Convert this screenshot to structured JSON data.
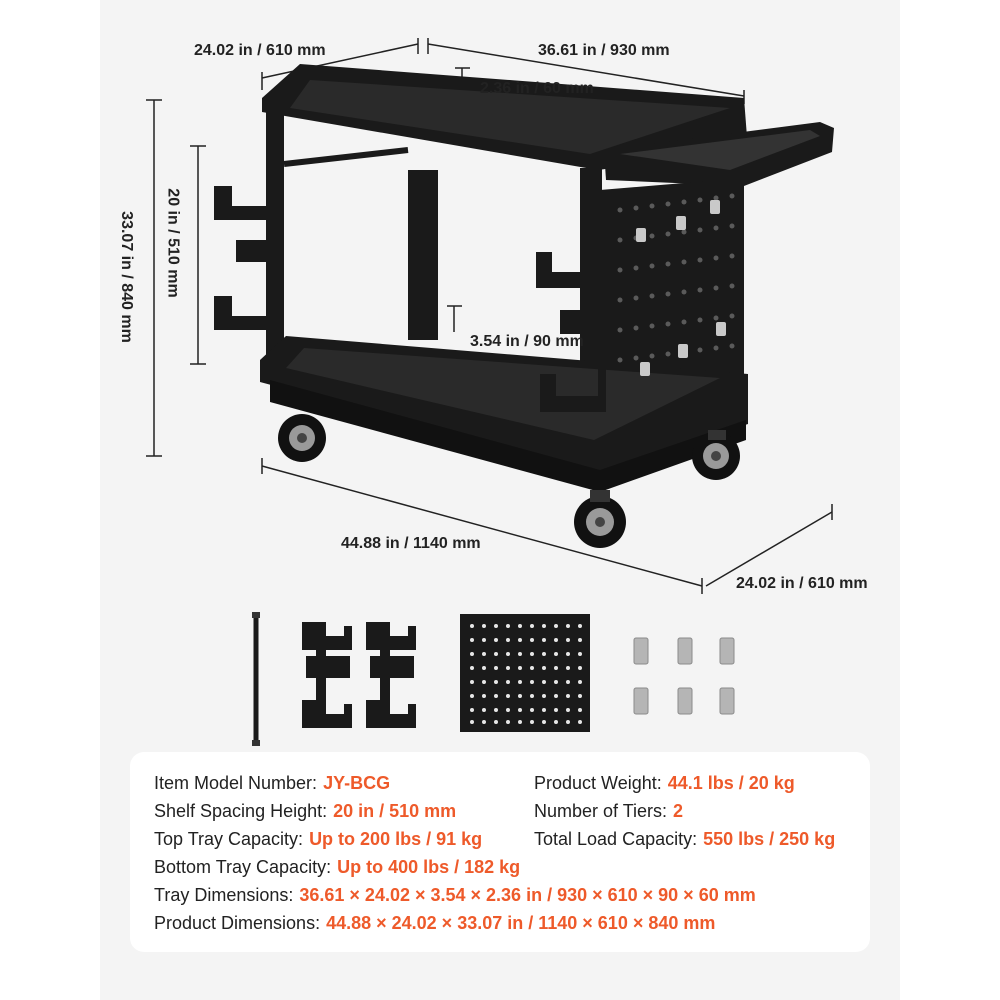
{
  "dimensions": {
    "top_depth": "24.02 in / 610 mm",
    "top_length": "36.61 in / 930 mm",
    "tray_lip_top": "2.36 in / 60 mm",
    "shelf_spacing": "20 in / 510 mm",
    "overall_height": "33.07 in / 840 mm",
    "tray_lip_bottom": "3.54 in / 90 mm",
    "overall_length": "44.88 in / 1140 mm",
    "bottom_depth": "24.02 in / 610 mm"
  },
  "specs": {
    "model": {
      "label": "Item Model Number:",
      "value": "JY-BCG"
    },
    "weight": {
      "label": "Product Weight:",
      "value": "44.1 lbs / 20 kg"
    },
    "shelf_spacing": {
      "label": "Shelf Spacing Height:",
      "value": "20 in / 510 mm"
    },
    "tiers": {
      "label": "Number of Tiers:",
      "value": "2"
    },
    "top_capacity": {
      "label": "Top Tray Capacity:",
      "value": "Up to 200 lbs / 91 kg"
    },
    "total_capacity": {
      "label": "Total Load Capacity:",
      "value": "550 lbs / 250 kg"
    },
    "bottom_capacity": {
      "label": "Bottom Tray Capacity:",
      "value": "Up to 400 lbs / 182 kg"
    },
    "tray_dimensions": {
      "label": "Tray Dimensions:",
      "value": "36.61 × 24.02 × 3.54 × 2.36 in / 930 × 610 × 90 × 60 mm"
    },
    "product_dimensions": {
      "label": "Product Dimensions:",
      "value": "44.88 × 24.02 × 33.07 in / 1140 × 610 × 840 mm"
    }
  },
  "colors": {
    "accent": "#ee5a2a",
    "text": "#222222",
    "cart": "#1a1a1a",
    "panel_bg": "#f4f4f4"
  }
}
